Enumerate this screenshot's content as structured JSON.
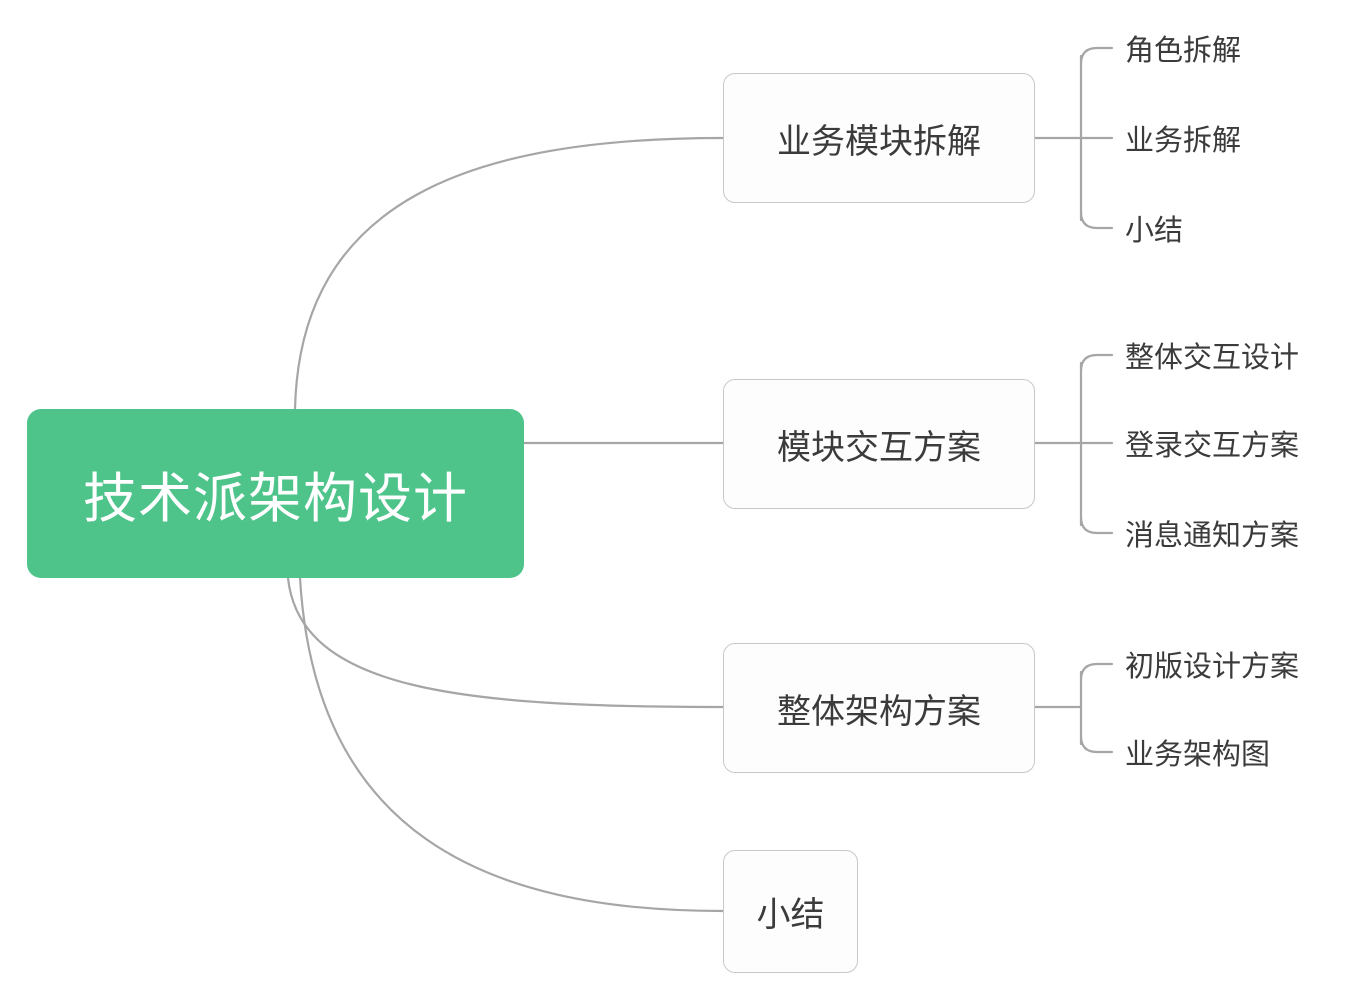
{
  "diagram": {
    "type": "mindmap",
    "title": "技术派架构设计",
    "background_color": "#ffffff",
    "root_fill_color": "#4ec48b",
    "root_text_color": "#ffffff",
    "node_border_color": "#c8c8c8",
    "node_text_color": "#3b3b3b",
    "edge_color": "#a6a6a6"
  },
  "root": {
    "label": "技术派架构设计"
  },
  "branches": [
    {
      "label": "业务模块拆解",
      "leaves": [
        {
          "label": "角色拆解"
        },
        {
          "label": "业务拆解"
        },
        {
          "label": "小结"
        }
      ]
    },
    {
      "label": "模块交互方案",
      "leaves": [
        {
          "label": "整体交互设计"
        },
        {
          "label": "登录交互方案"
        },
        {
          "label": "消息通知方案"
        }
      ]
    },
    {
      "label": "整体架构方案",
      "leaves": [
        {
          "label": "初版设计方案"
        },
        {
          "label": "业务架构图"
        }
      ]
    },
    {
      "label": "小结",
      "leaves": []
    }
  ]
}
